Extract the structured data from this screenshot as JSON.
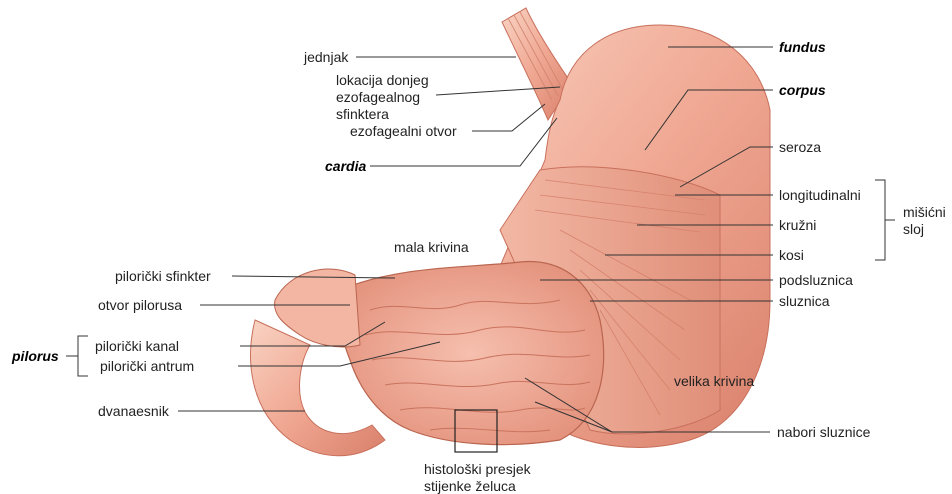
{
  "colors": {
    "tissue_light": "#f6c4b2",
    "tissue_mid": "#ec9e88",
    "tissue_dark": "#c8705c",
    "leader_line": "#333333"
  },
  "labels": {
    "jednjak": "jednjak",
    "lokacija_1": "lokacija donjeg",
    "lokacija_2": "ezofagealnog",
    "lokacija_3": "sfinktera",
    "ezofagealni_otvor": "ezofagealni otvor",
    "cardia": "cardia",
    "fundus": "fundus",
    "corpus": "corpus",
    "seroza": "seroza",
    "longitudinalni": "longitudinalni",
    "kruzni": "kružni",
    "kosi": "kosi",
    "misicni_1": "mišićni",
    "misicni_2": "sloj",
    "mala_krivina": "mala krivina",
    "piloricki_sfinkter": "pilorički sfinkter",
    "otvor_pilorusa": "otvor pilorusa",
    "pilorus": "pilorus",
    "piloricki_kanal": "pilorički kanal",
    "piloricki_antrum": "pilorički antrum",
    "podsluznica": "podsluznica",
    "sluznica": "sluznica",
    "velika_krivina": "velika krivina",
    "nabori_sluznice": "nabori sluznice",
    "dvanaesnik": "dvanaesnik",
    "histoloski_1": "histološki presjek",
    "histoloski_2": "stijenke želuca"
  }
}
